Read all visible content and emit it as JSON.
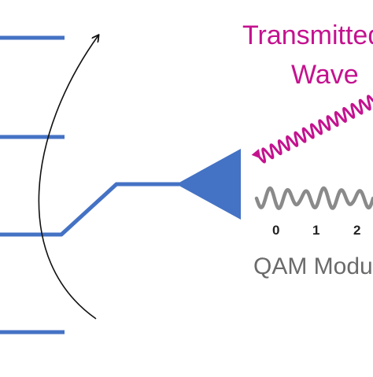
{
  "transmitted_wave_label": {
    "line1": "Transmitted",
    "line2": "Wave",
    "color": "#c4128f"
  },
  "qam_label": {
    "text": "QAM Modulation",
    "color": "#6a6a6a"
  },
  "time_ticks": [
    "0",
    "1",
    "2"
  ],
  "colors": {
    "energy_level_lines": "#4472c4",
    "antenna": "#4472c4",
    "signal_wave": "#8a8a8a",
    "arrow": "#111111",
    "tick_text": "#222222"
  }
}
